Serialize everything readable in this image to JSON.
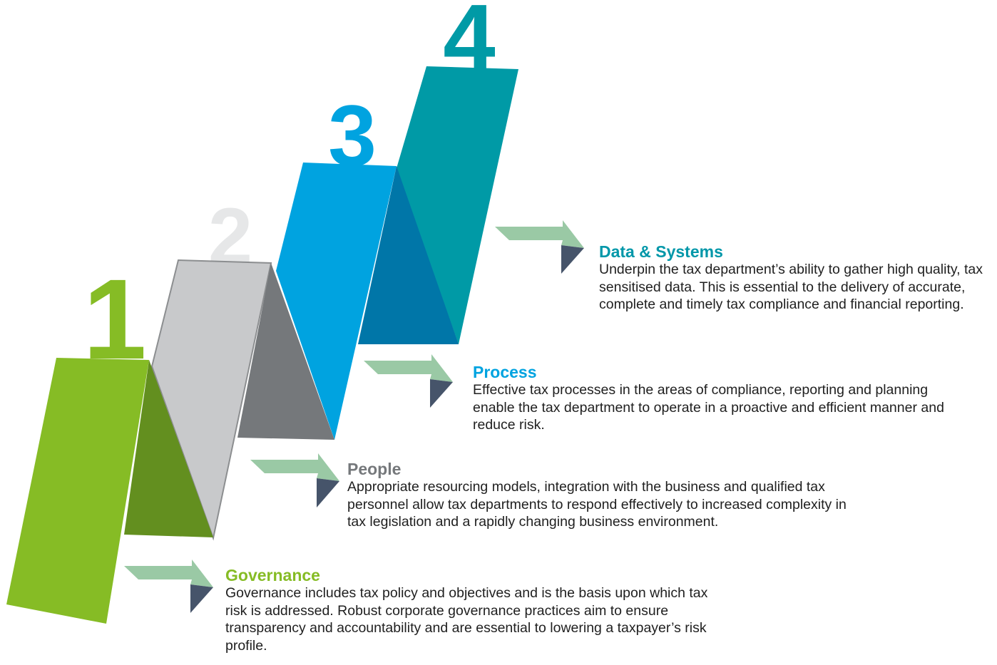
{
  "colors": {
    "governance_front": "#86bc25",
    "governance_side": "#638f1f",
    "people_front": "#c8c9cb",
    "people_side": "#75787b",
    "people_outline": "#8c8e90",
    "process_front": "#00a3e0",
    "process_side": "#0076a8",
    "data_front": "#009aa6",
    "data_side": "#007e8a",
    "arrow_body": "#9ac9a5",
    "arrow_fold": "#46546a",
    "governance_title": "#86bc25",
    "people_title": "#75787b",
    "process_title": "#00a3e0",
    "data_title": "#0097a9"
  },
  "steps": [
    {
      "number": "1",
      "title": "Governance",
      "description": "Governance includes tax policy and objectives and is the basis upon which tax risk is addressed. Robust corporate governance practices aim to ensure transparency and accountability and are essential to lowering a taxpayer’s risk profile."
    },
    {
      "number": "2",
      "title": "People",
      "description": "Appropriate resourcing models, integration with the business and qualified tax personnel allow tax departments to respond effectively to increased complexity in tax legislation and a rapidly changing business environment."
    },
    {
      "number": "3",
      "title": "Process",
      "description": "Effective tax processes in the areas of compliance, reporting and planning enable the tax department to operate in a proactive and efficient manner and reduce risk."
    },
    {
      "number": "4",
      "title": "Data & Systems",
      "description": "Underpin the tax department’s ability to gather high quality, tax sensitised data. This is essential to the delivery of accurate, complete and timely tax compliance and financial reporting."
    }
  ]
}
